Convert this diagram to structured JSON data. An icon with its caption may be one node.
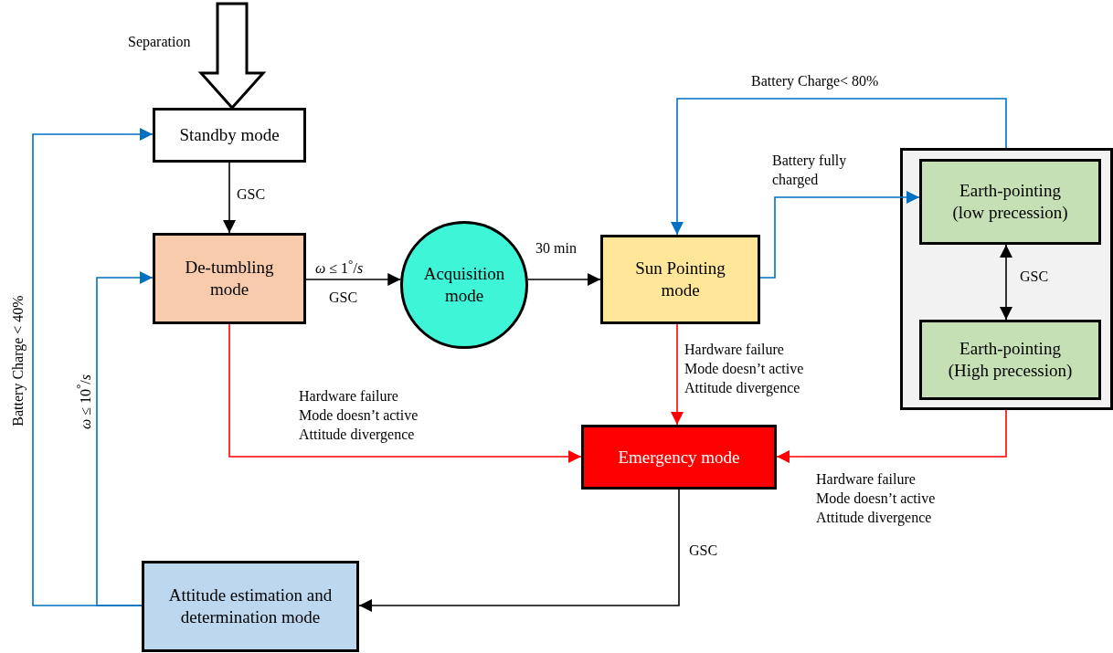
{
  "diagram": {
    "nodes": [
      {
        "text": [
          "Standby mode"
        ]
      },
      {
        "text": [
          "De-tumbling mode"
        ]
      },
      {
        "text": [
          "Acquisition mode"
        ]
      },
      {
        "text": [
          "Sun Pointing mode"
        ]
      },
      {
        "text": [],
        "shape": "box"
      },
      {
        "text": [
          "Earth-pointing (low precession)"
        ],
        "in": 4
      },
      {
        "text": [
          "Earth-pointing (High precession)"
        ],
        "in": 4
      },
      {
        "text": [
          "Emergency mode"
        ]
      },
      {
        "text": [
          "Attitude estimation and determination mode"
        ]
      }
    ],
    "edges": [
      {
        "from": null,
        "to": 0,
        "arrow": "to",
        "label": "Separation",
        "style": "thick"
      },
      {
        "from": 0,
        "to": 1,
        "arrow": "to",
        "label": "GSC"
      },
      {
        "from": 1,
        "to": 2,
        "arrow": "to",
        "label": "*ω* ≤ 1$^{°}$/*s*"
      },
      {
        "from": 2,
        "to": 3,
        "arrow": "to",
        "label": "30 min"
      },
      {
        "from": 3,
        "to": 5,
        "arrow": "to",
        "label": "Battery fully charged",
        "color": "#0070c0"
      },
      {
        "from": 4,
        "to": 3,
        "arrow": "to",
        "label": "Battery Charge< 80%",
        "color": "#0070c0"
      },
      {
        "from": 5,
        "to": 6,
        "arrow": "both",
        "label": "GSC"
      },
      {
        "from": 1,
        "to": 7,
        "arrow": "to",
        "label": "Hardware failure Mode doesn’t active Attitude divergence",
        "color": "#ff0000"
      },
      {
        "from": 3,
        "to": 7,
        "arrow": "to",
        "label": "Hardware failure Mode doesn’t active Attitude divergence",
        "color": "#ff0000"
      },
      {
        "from": 4,
        "to": 7,
        "arrow": "to",
        "label": "Hardware failure Mode doesn’t active Attitude divergence",
        "color": "#ff0000"
      },
      {
        "from": 7,
        "to": 8,
        "arrow": "to",
        "label": "GSC"
      },
      {
        "from": 8,
        "to": 0,
        "arrow": "to",
        "label": "Battery Charge < 40%",
        "color": "#0070c0"
      },
      {
        "from": 8,
        "to": 1,
        "arrow": "to",
        "label": "*ω* ≤ 10$^{°}$/*s*",
        "color": "#0070c0"
      }
    ],
    "labels": [
      "GSC"
    ]
  }
}
